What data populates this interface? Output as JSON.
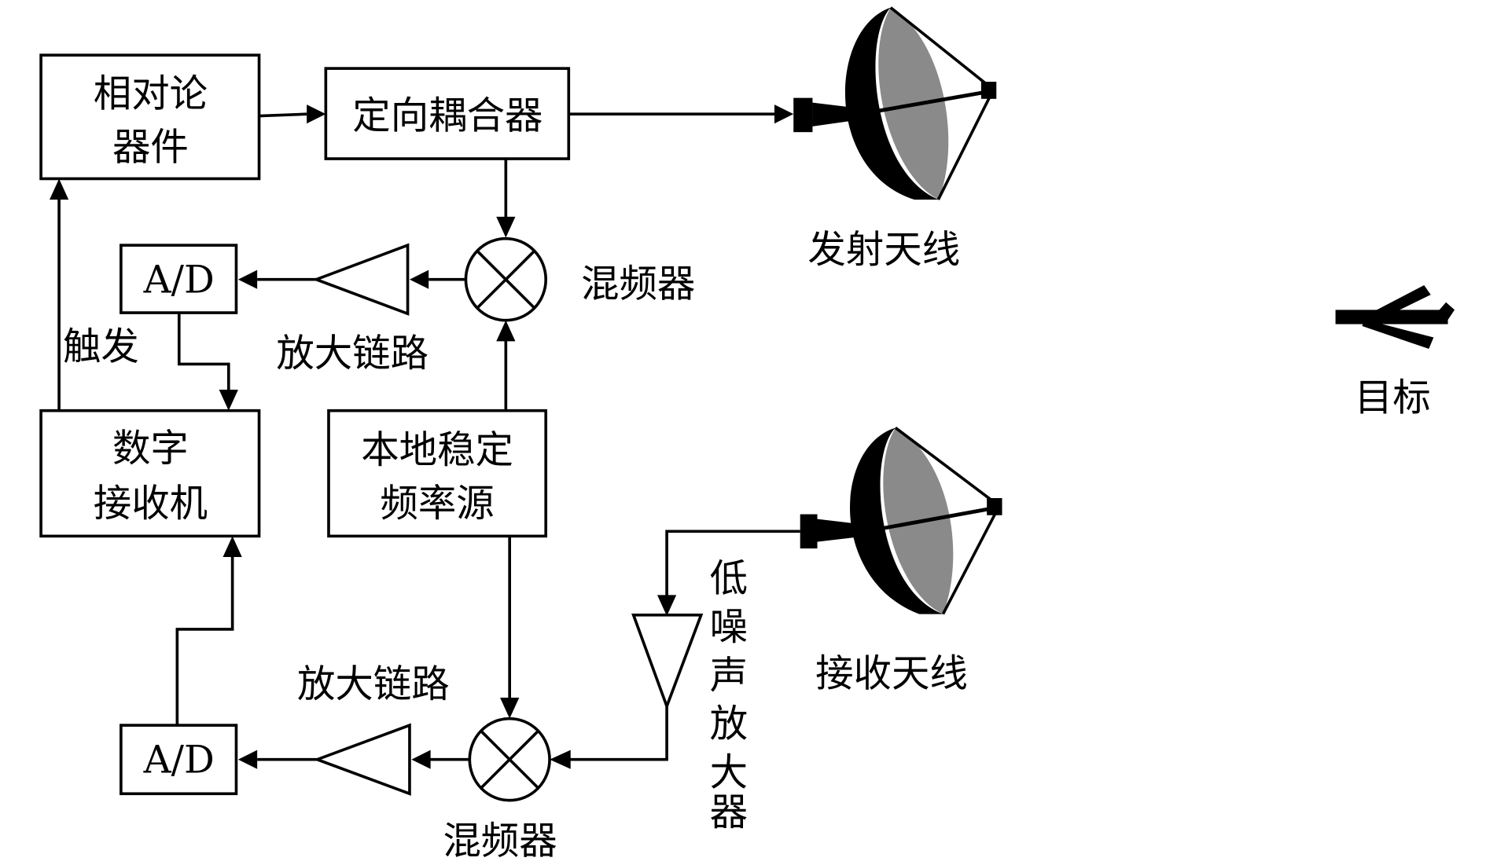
{
  "blocks": {
    "relativistic_device": [
      "相对论",
      "器件"
    ],
    "directional_coupler": "定向耦合器",
    "digital_receiver": [
      "数字",
      "接收机"
    ],
    "local_oscillator": [
      "本地稳定",
      "频率源"
    ],
    "adc_top": "A/D",
    "adc_bottom": "A/D"
  },
  "labels": {
    "mixer_top": "混频器",
    "mixer_bottom": "混频器",
    "amp_chain_top": "放大链路",
    "amp_chain_bottom": "放大链路",
    "trigger": "触发",
    "lna": [
      "低",
      "噪",
      "声",
      "放",
      "大",
      "器"
    ],
    "tx_antenna": "发射天线",
    "rx_antenna": "接收天线",
    "target": "目标"
  },
  "colors": {
    "line": "#000000",
    "dish_face": "#8a8a8a",
    "background": "#ffffff"
  }
}
